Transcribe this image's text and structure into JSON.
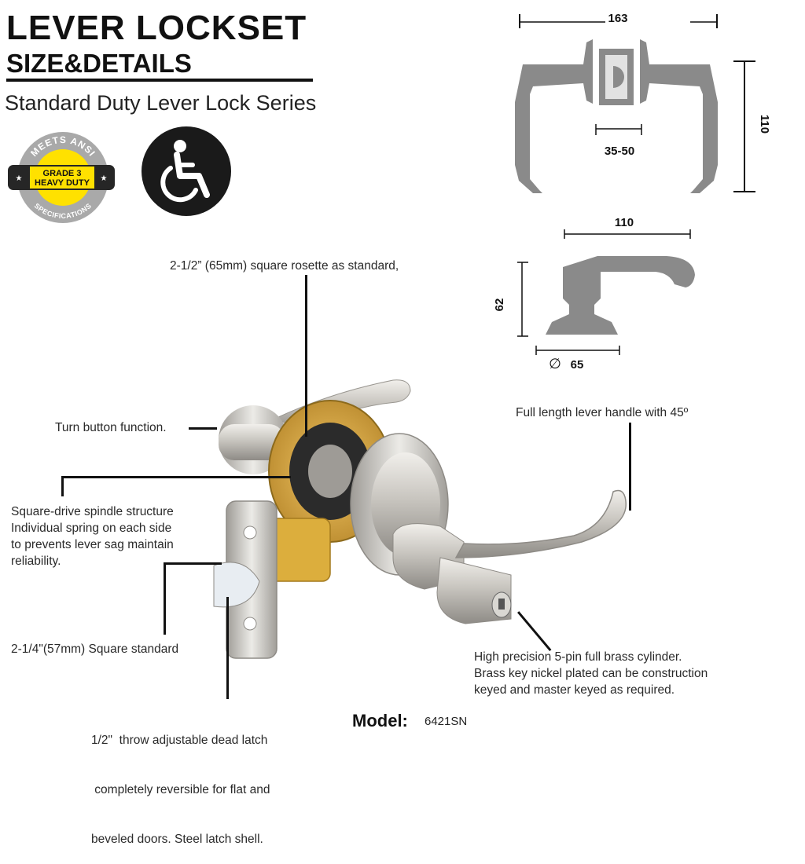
{
  "header": {
    "title": "LEVER LOCKSET",
    "subtitle": "SIZE&DETAILS",
    "series": "Standard Duty Lever Lock Series"
  },
  "badges": {
    "ansi_top": "MEETS ANSI",
    "ansi_grade": "GRADE 3",
    "ansi_duty": "HEAVY DUTY",
    "ansi_bottom": "SPECIFICATIONS",
    "ada_icon": "wheelchair-accessibility-icon"
  },
  "dimensions": {
    "width_overall": "163",
    "height_overall": "110",
    "door_thickness": "35-50",
    "lever_length": "110",
    "projection": "62",
    "rosette_diameter": "65",
    "diameter_symbol": "∅"
  },
  "callouts": {
    "rosette": "2-1/2” (65mm) square rosette as standard,",
    "turn_button": "Turn button function.",
    "spindle": [
      "Square-drive spindle structure",
      "Individual spring on each side",
      "to prevents lever sag maintain",
      "reliability."
    ],
    "lever": "Full length lever handle with 45º",
    "square_standard": "2-1/4\"(57mm) Square standard",
    "latch": [
      "1/2\"  throw adjustable dead latch",
      " completely reversible for flat and",
      "beveled doors. Steel latch shell."
    ],
    "cylinder": [
      "High precision 5-pin full brass cylinder.",
      "Brass key nickel plated can be construction",
      "keyed and master keyed as required."
    ]
  },
  "model": {
    "label": "Model:",
    "value": "6421SN"
  },
  "colors": {
    "drawing_gray": "#8a8a8a",
    "satin_nickel": "#c9c6c0",
    "brass": "#d4a43a",
    "badge_yellow": "#ffe100"
  }
}
